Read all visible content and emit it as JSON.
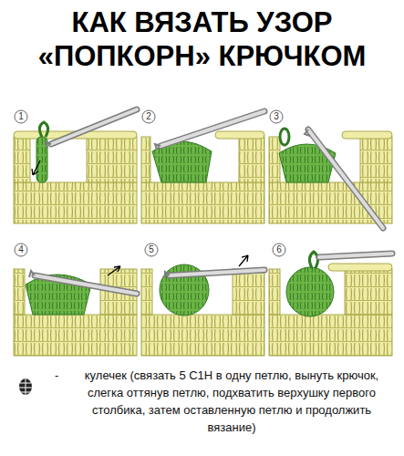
{
  "diagram": {
    "title": "КАК ВЯЗАТЬ УЗОР «ПОПКОРН» КРЮЧКОМ",
    "caption": "кулечек (связать 5 С1Н в одну петлю, вынуть крючок, слегка оттянув петлю, подхватить верхушку первого столбика, затем оставленную петлю и продолжить вязание)",
    "labels": [
      "1",
      "2",
      "3",
      "4",
      "5",
      "6",
      "-"
    ]
  }
}
